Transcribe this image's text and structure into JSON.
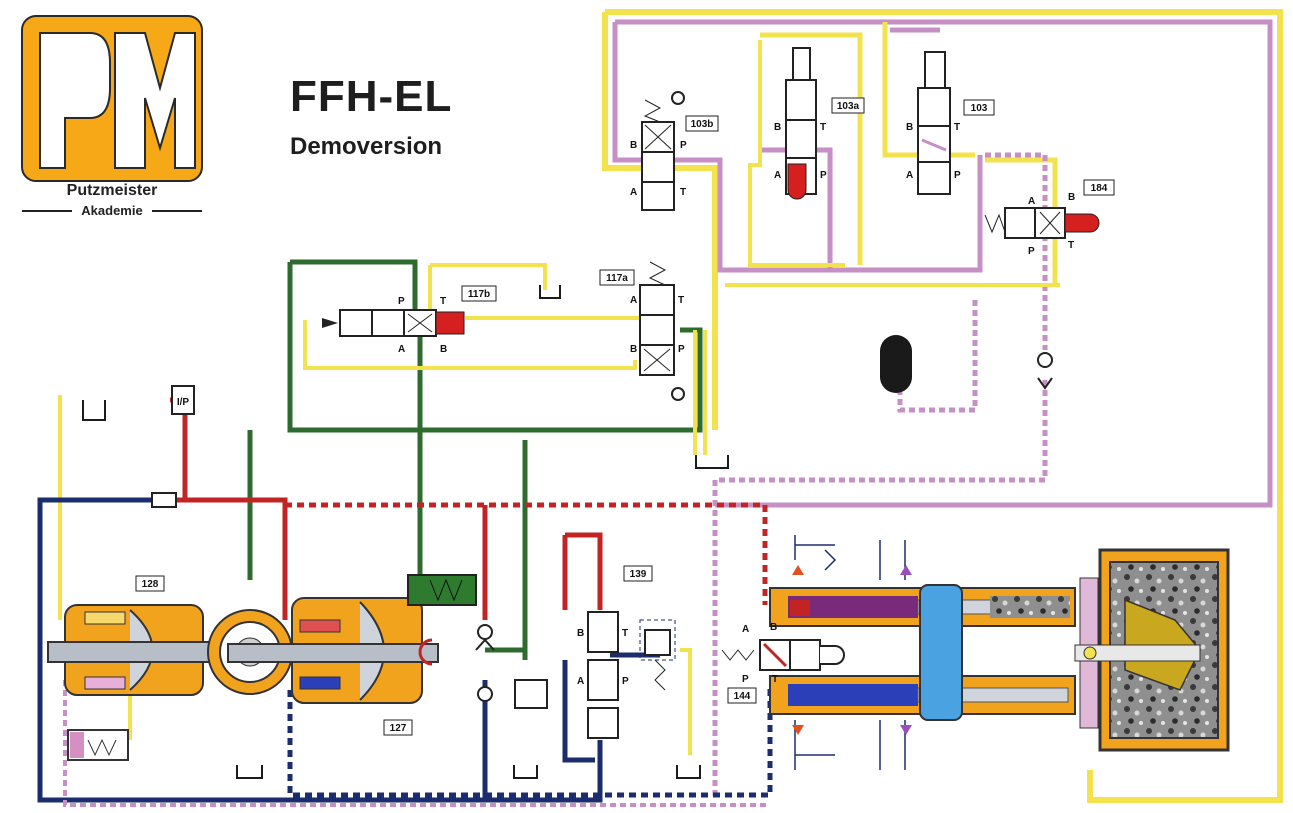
{
  "header": {
    "title": "FFH-EL",
    "subtitle": "Demoversion"
  },
  "logo": {
    "monogram": "PM",
    "brand": "Putzmeister",
    "division": "Akademie"
  },
  "components": {
    "c103b": "103b",
    "c103a": "103a",
    "c103": "103",
    "c184": "184",
    "c117b": "117b",
    "c117a": "117a",
    "c128": "128",
    "c127": "127",
    "c139": "139",
    "c144": "144"
  },
  "port_labels": {
    "A": "A",
    "B": "B",
    "P": "P",
    "T": "T"
  },
  "gauge_symbol": "I/P",
  "colors": {
    "yellow_line": "#f2e24e",
    "green_line": "#2e6b2e",
    "red_line": "#c22424",
    "navy_line": "#1c2d6e",
    "pink_line": "#c68fc6",
    "orange_body": "#f2a31e",
    "logo_orange": "#f7a817",
    "cylinder_blue": "#2a3fb8",
    "ram_lightblue": "#4aa3e0"
  }
}
